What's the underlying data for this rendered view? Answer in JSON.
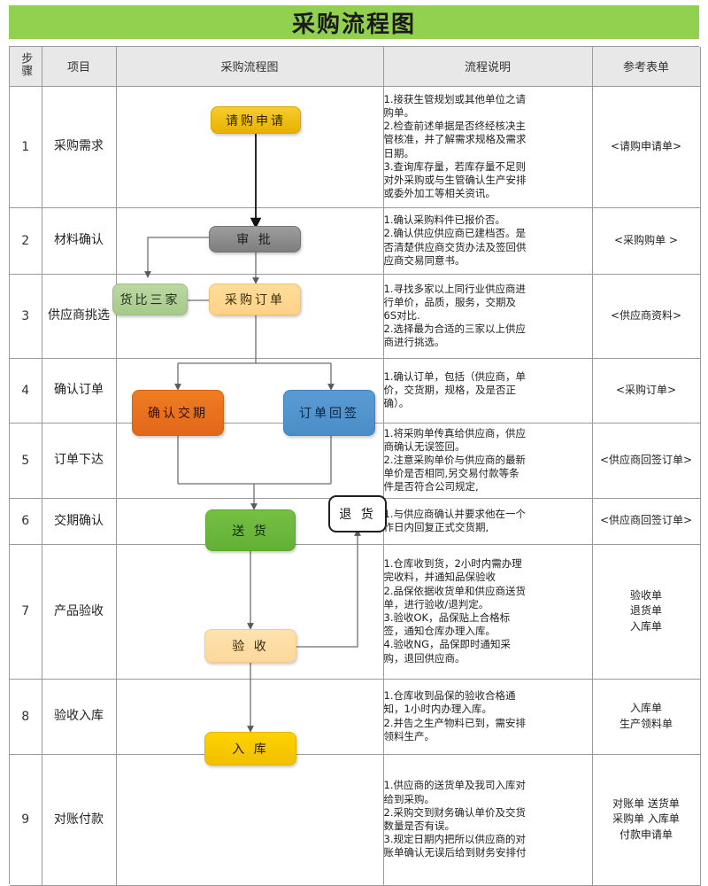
{
  "banner": {
    "title": "采购流程图"
  },
  "table": {
    "headers": {
      "step": "步骤",
      "item": "项目",
      "flow": "采购流程图",
      "desc": "流程说明",
      "form": "参考表单"
    },
    "rows": [
      {
        "step": "1",
        "item": "采购需求",
        "desc": [
          "1.接获生管规划或其他单位之请",
          "购单。",
          "2.检查前述单据是否终经核决主",
          "管核准，并了解需求规格及需求",
          "日期。",
          "3.查询库存量，若库存量不足则",
          "对外采购或与生管确认生产安排",
          "或委外加工等相关资讯。"
        ],
        "forms": [
          "<请购申请单>"
        ]
      },
      {
        "step": "2",
        "item": "材料确认",
        "desc": [
          "1.确认采购料件已报价否。",
          "2.确认供应供应商已建档否。是",
          "否清楚供应商交货办法及签回供",
          "应商交易同意书。"
        ],
        "forms": [
          "<采购购单 >"
        ]
      },
      {
        "step": "3",
        "item": "供应商挑选",
        "desc": [
          "1.寻找多家以上同行业供应商进",
          "行单价，品质，服务，交期及",
          "6S对比.",
          "2.选择最为合适的三家以上供应",
          "商进行挑选。"
        ],
        "forms": [
          "<供应商资料>"
        ]
      },
      {
        "step": "4",
        "item": "确认订单",
        "desc": [
          "1.确认订单，包括（供应商，单",
          "价，交货期，规格，及是否正",
          "确）。"
        ],
        "forms": [
          "<采购订单>"
        ]
      },
      {
        "step": "5",
        "item": "订单下达",
        "desc": [
          "1.将采购单传真给供应商，供应",
          "商确认无误签回。",
          "2.注意采购单价与供应商的最新",
          "单价是否相同,另交易付款等条",
          "件是否符合公司规定,"
        ],
        "forms": [
          "<供应商回签订单>"
        ]
      },
      {
        "step": "6",
        "item": "交期确认",
        "desc": [
          "1.与供应商确认并要求他在一个",
          "作日内回复正式交货期,"
        ],
        "forms": [
          "<供应商回签订单>"
        ]
      },
      {
        "step": "7",
        "item": "产品验收",
        "desc": [
          "1.仓库收到货，2小时内需办理",
          "完收料，并通知品保验收",
          "2.品保依据收货单和供应商送货",
          "单，进行验收/退判定。",
          "3.验收OK，品保贴上合格标",
          "签，通知仓库办理入库。",
          "4.验收NG，品保即时通知采",
          "购，退回供应商。"
        ],
        "forms": [
          "验收单",
          "退货单",
          "入库单"
        ]
      },
      {
        "step": "8",
        "item": "验收入库",
        "desc": [
          "1.仓库收到品保的验收合格通",
          "知，1小时内办理入库。",
          "2.并告之生产物料已到，需安排",
          "领料生产。"
        ],
        "forms": [
          "入库单",
          "生产领料单"
        ]
      },
      {
        "step": "9",
        "item": "对账付款",
        "desc": [
          "1.供应商的送货单及我司入库对",
          "给到采购。",
          "2.采购交到财务确认单价及交货",
          "数量是否有误。",
          "3.规定日期内把所以供应商的对",
          "账单确认无误后给到财务安排付"
        ],
        "forms": [
          "对账单  送货单",
          "采购单  入库单",
          "付款申请单"
        ]
      }
    ]
  },
  "flowchart": {
    "nodes": [
      {
        "id": "request",
        "label": "请购申请"
      },
      {
        "id": "approve",
        "label": "审  批"
      },
      {
        "id": "compare",
        "label": "货比三家"
      },
      {
        "id": "po",
        "label": "采购订单"
      },
      {
        "id": "confirm",
        "label": "确认交期"
      },
      {
        "id": "signback",
        "label": "订单回签"
      },
      {
        "id": "delivery",
        "label": "送  货"
      },
      {
        "id": "return",
        "label": "退 货"
      },
      {
        "id": "inspect",
        "label": "验  收"
      },
      {
        "id": "stockin",
        "label": "入  库"
      }
    ]
  },
  "colors": {
    "banner_green": "#92d050",
    "header_gray": "#e8e8e8",
    "grid_line": "#9a9a9a",
    "node_request": "#e8b100",
    "node_approve": "#7e7e7e",
    "node_compare": "#a6c98a",
    "node_po": "#fdd287",
    "node_confirm": "#e2671b",
    "node_signback": "#4a8ec7",
    "node_delivery": "#63b035",
    "node_return": "#ffffff",
    "node_inspect": "#fcd89b",
    "node_stockin": "#f0c000"
  }
}
